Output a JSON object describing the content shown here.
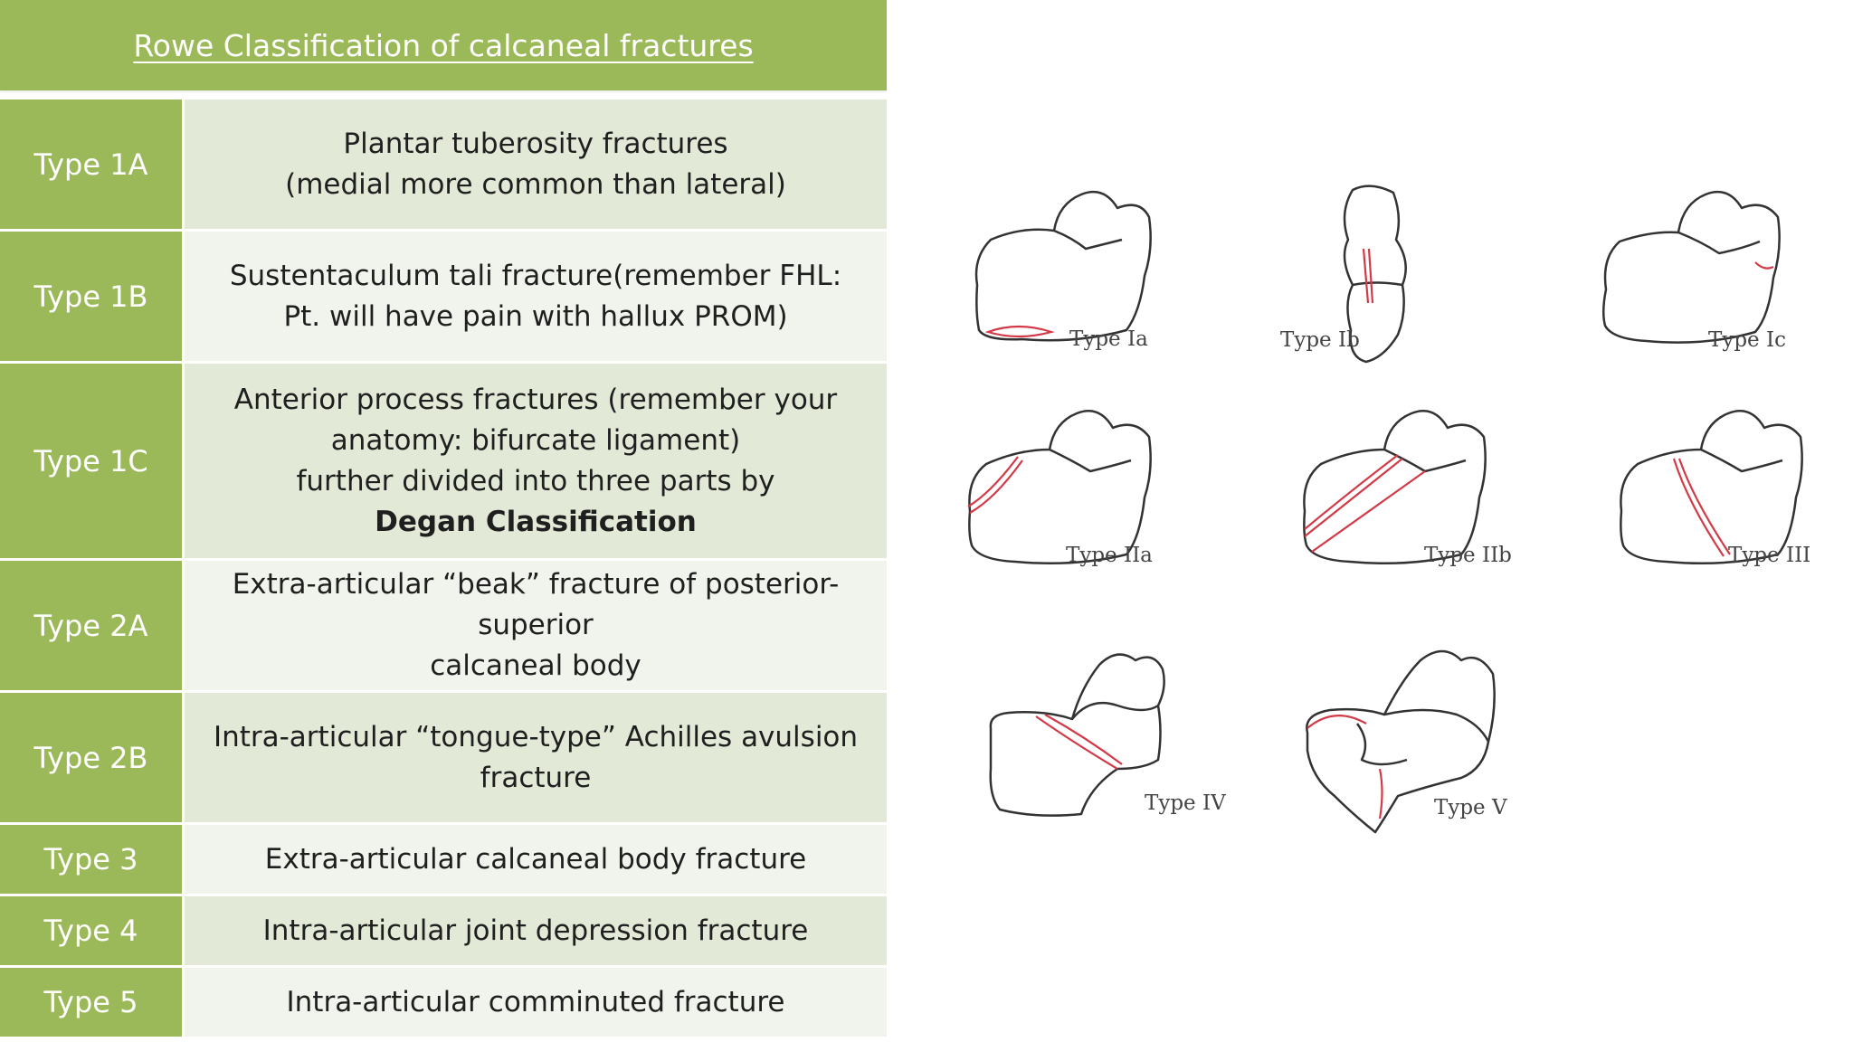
{
  "title": "Rowe Classification of calcaneal fractures",
  "rows": [
    {
      "type": "Type 1A",
      "lines": [
        "Plantar tuberosity fractures",
        "(medial more common than lateral)"
      ]
    },
    {
      "type": "Type 1B",
      "lines": [
        "Sustentaculum tali fracture(remember FHL:",
        "Pt. will have pain with hallux PROM)"
      ]
    },
    {
      "type": "Type 1C",
      "lines": [
        "Anterior process fractures (remember your",
        "anatomy:  bifurcate ligament)",
        "further divided into three parts by"
      ],
      "bold": "Degan Classification"
    },
    {
      "type": "Type 2A",
      "lines": [
        "Extra-articular “beak” fracture of posterior-superior",
        "calcaneal body"
      ]
    },
    {
      "type": "Type 2B",
      "lines": [
        "Intra-articular “tongue-type” Achilles avulsion",
        "fracture"
      ]
    },
    {
      "type": "Type 3",
      "lines": [
        "Extra-articular calcaneal body fracture"
      ]
    },
    {
      "type": "Type 4",
      "lines": [
        "Intra-articular joint depression fracture"
      ]
    },
    {
      "type": "Type 5",
      "lines": [
        "Intra-articular comminuted fracture"
      ]
    }
  ],
  "figure": {
    "labels": [
      "Type Ia",
      "Type Ib",
      "Type Ic",
      "Type IIa",
      "Type IIb",
      "Type III",
      "Type IV",
      "Type V"
    ]
  },
  "colors": {
    "header": "#9cb95a",
    "type_cell": "#9cb95a",
    "row_dark": "#e2e9d6",
    "row_light": "#f1f4ec",
    "fracture_line": "#d23a47"
  }
}
